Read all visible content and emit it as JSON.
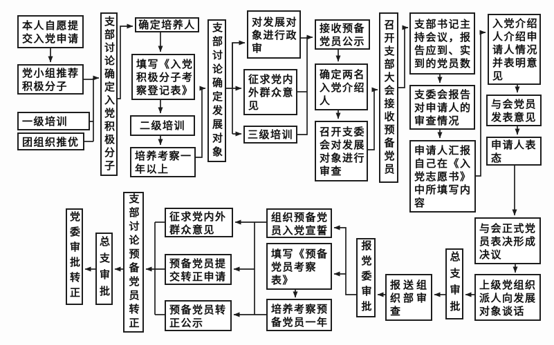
{
  "flow": {
    "description_colors": {
      "line": "#1c1c1c",
      "box_bg": "#ffffff",
      "text": "#111111"
    },
    "nodes": {
      "a1": {
        "label": "本人自愿提\n交入党申请"
      },
      "a2": {
        "label": "党小组推荐\n积极分子"
      },
      "a3": {
        "label": "一级培训"
      },
      "a4": {
        "label": "团组织推优"
      },
      "t1": {
        "label": "支部讨论确定入党积极分子"
      },
      "c1": {
        "label": "确定培养人"
      },
      "c2": {
        "label": "填写《入党\n积极分子考\n察登记表》"
      },
      "c3": {
        "label": "二级培训"
      },
      "c4": {
        "label": "培养考察一\n年以上"
      },
      "t2": {
        "label": "支部讨论确定发展对象"
      },
      "d1": {
        "label": "对发展对\n象进行政\n审"
      },
      "d2": {
        "label": "征求党内\n外群众意\n见"
      },
      "d3": {
        "label": "三级培训"
      },
      "e1": {
        "label": "接收预备\n党员公示"
      },
      "e2": {
        "label": "确定两名\n入党介绍\n人"
      },
      "e3": {
        "label": "召开支委\n会对发展\n对象进行\n审查"
      },
      "t3": {
        "label": "召开支部大会接收预备党员"
      },
      "f1": {
        "label": "支部书记主\n持会议，报\n告应到、实\n到的党员数"
      },
      "f2": {
        "label": "支委会报告\n对申请人的\n审查情况"
      },
      "f3": {
        "label": "申请人汇报\n自己在《入\n党志愿书》\n中所填写内\n容"
      },
      "g1": {
        "label": "入党介绍\n人介绍申\n请人情况\n并表明意\n见"
      },
      "g2": {
        "label": "与会党员\n发表意见"
      },
      "g3": {
        "label": "申请人表\n态"
      },
      "h1": {
        "label": "与会正式党\n员表决形成\n决议"
      },
      "h2": {
        "label": "上级党组织\n派人向发展\n对象谈话"
      },
      "v1": {
        "label": "总支审批"
      },
      "i1": {
        "label": "报送组\n织部审\n查"
      },
      "v2": {
        "label": "报党委审批"
      },
      "j1": {
        "label": "组织预备党\n员入党宣誓"
      },
      "j2": {
        "label": "填写《预备\n党员考察\n表》"
      },
      "j3": {
        "label": "培养考察预\n备党员一年"
      },
      "k1": {
        "label": "征求党内外\n群众意见"
      },
      "k2": {
        "label": "预备党员提\n交转正申请"
      },
      "k3": {
        "label": "预备党员转\n正公示"
      },
      "t4": {
        "label": "支部讨论预备党员转正"
      },
      "v3": {
        "label": "总支审批"
      },
      "l1": {
        "label": "党委审批转正"
      }
    },
    "edges": [
      "a1>a2",
      "a2>t1",
      "a3>t1",
      "a4>t1",
      "t1>c1",
      "c1>c2",
      "c2>c3",
      "c3>c4",
      "c4>t2",
      "t2>d1",
      "t2>d2",
      "t2>d3",
      "d1>e1",
      "d2>e1",
      "d3>e1",
      "e1>e2",
      "e2>e3",
      "e3>t3",
      "t3>f1",
      "f1>f2",
      "f2>f3",
      "f3>g1",
      "g1>g2",
      "g2>g3",
      "g3>h1",
      "h1>h2",
      "h2>v1",
      "v1>i1",
      "i1>v2",
      "v2>j1",
      "v2>j2",
      "j2>j3",
      "j3>k1",
      "j3>k2",
      "j3>k3",
      "k1>t4",
      "k2>t4",
      "k3>t4",
      "t4>v3",
      "v3>l1"
    ]
  }
}
